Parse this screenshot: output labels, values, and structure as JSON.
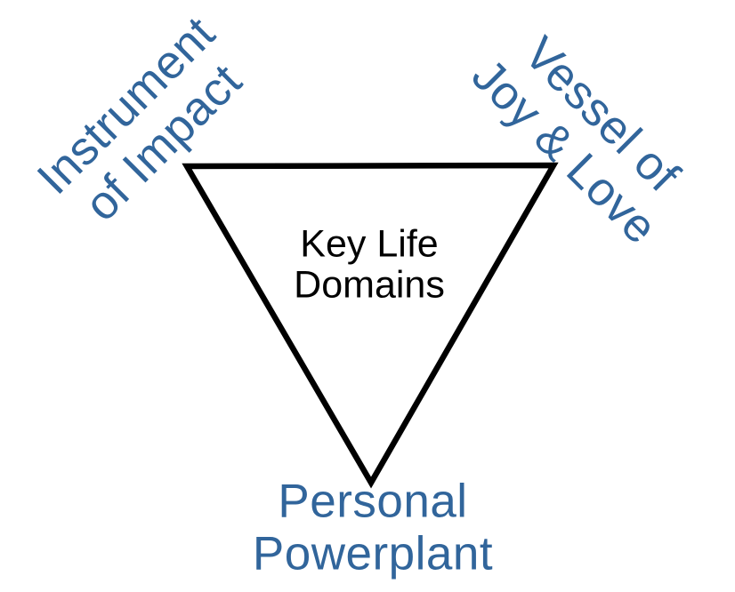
{
  "diagram": {
    "title_center": {
      "line1": "Key Life",
      "line2": "Domains"
    },
    "top_left_label": {
      "line1": "Instrument",
      "line2": "of Impact"
    },
    "top_right_label": {
      "line1": "Vessel of",
      "line2": "Joy & Love"
    },
    "bottom_label": {
      "line1": "Personal",
      "line2": "Powerplant"
    },
    "colors": {
      "label_blue": "#31659B",
      "center_text": "#000000",
      "triangle_stroke": "#000000",
      "triangle_fill": "#FFFFFF",
      "background": "#FFFFFF"
    }
  }
}
